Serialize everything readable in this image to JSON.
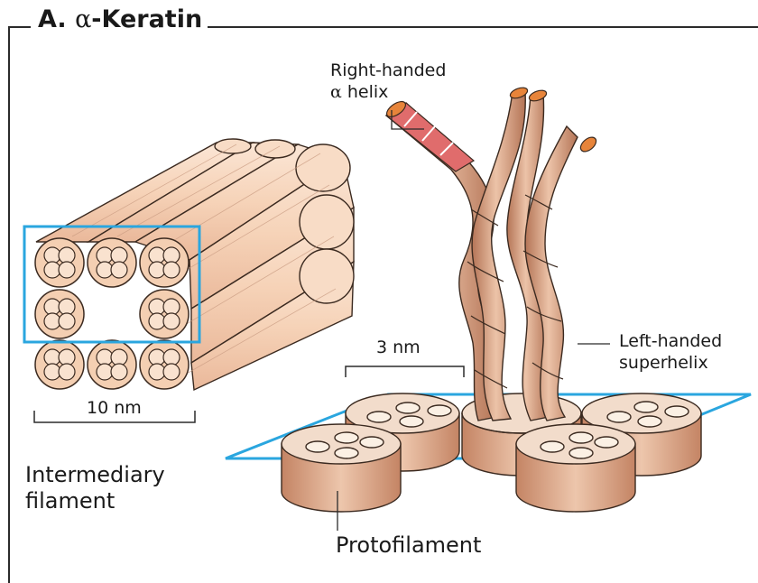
{
  "title": {
    "prefix": "A. ",
    "greek": "α",
    "suffix": "-Keratin"
  },
  "labels": {
    "right_handed_line1": "Right-handed",
    "right_handed_line2_greek": "α",
    "right_handed_line2_rest": " helix",
    "scale_3nm": "3 nm",
    "left_handed_line1": "Left-handed",
    "left_handed_line2": "superhelix",
    "scale_10nm": "10 nm",
    "intermediary_line1": "Intermediary",
    "intermediary_line2": "filament",
    "protofilament": "Protofilament"
  },
  "colors": {
    "tube_fill": "#f6d3b8",
    "tube_stroke": "#3b2a20",
    "selection_box": "#2aa6df",
    "plane": "#2aa6df",
    "strand_fill": "#c98a6a",
    "disc_side": "#d8a386",
    "disc_top": "#f2dccb",
    "helix_red": "#e06c6c",
    "strand_tip": "#e7843a"
  }
}
